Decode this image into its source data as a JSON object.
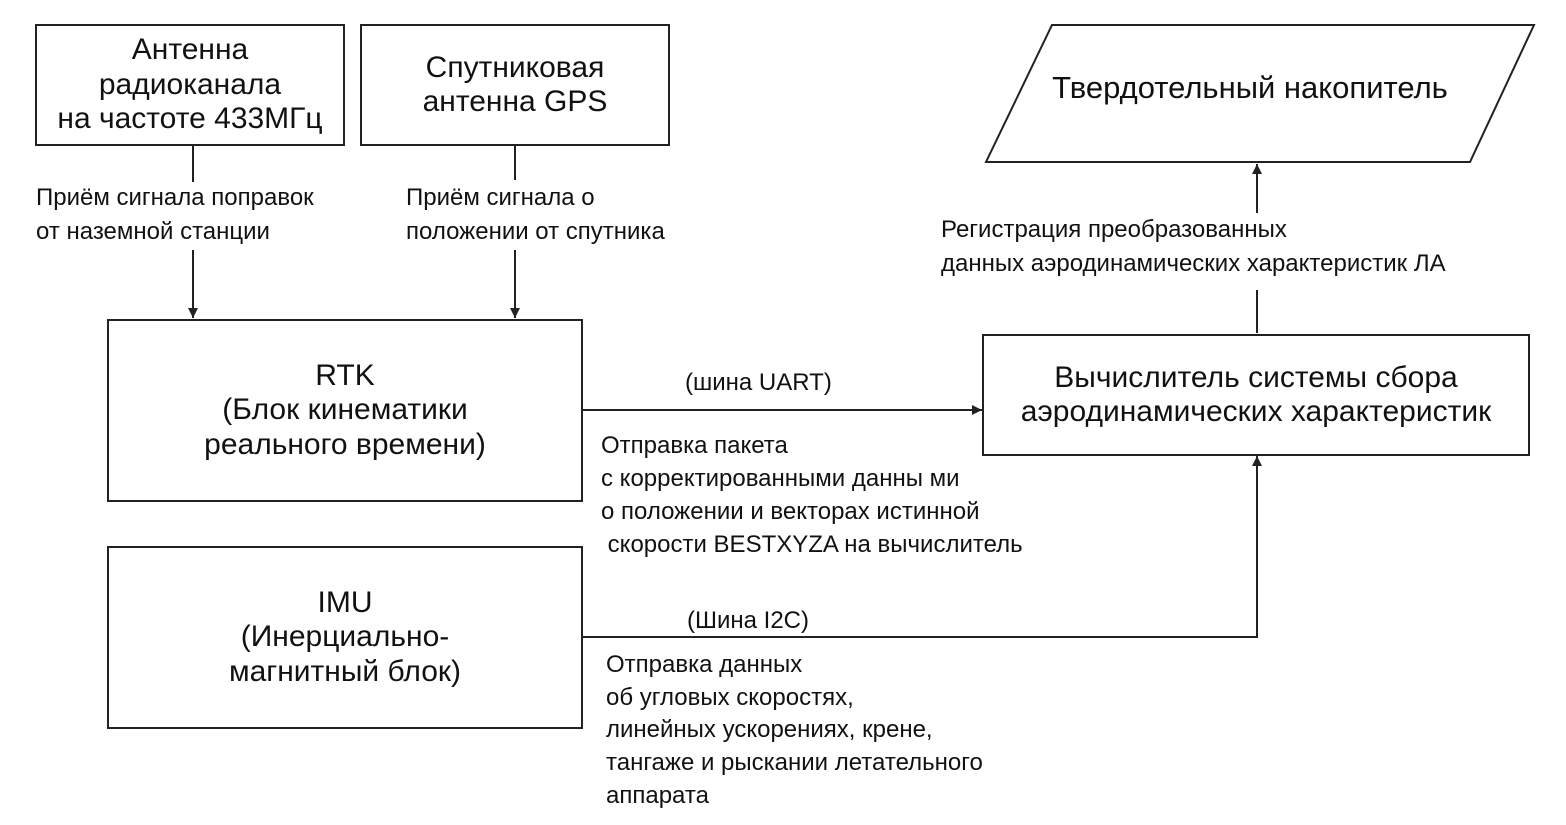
{
  "blocks": {
    "antenna_radio": [
      "Антенна",
      "радиоканала",
      "на частоте 433МГц"
    ],
    "antenna_gps": [
      "Спутниковая",
      "антенна GPS"
    ],
    "rtk": [
      "RTK",
      "(Блок кинематики",
      "реального времени)"
    ],
    "imu": [
      "IMU",
      "(Инерциально-",
      "магнитный блок)"
    ],
    "computer": [
      "Вычислитель системы сбора",
      "аэродинамических характеристик"
    ],
    "storage": "Твердотельный накопитель"
  },
  "labels": {
    "radio_signal": [
      "Приём сигнала поправок",
      "от наземной станции"
    ],
    "gps_signal": [
      "Приём сигнала о",
      "положении от спутника"
    ],
    "uart": "(шина UART)",
    "rtk_packet": [
      "Отправка пакета",
      "с корректированными данны ми",
      "о положении и векторах истинной",
      " скорости BESTXYZA на вычислитель"
    ],
    "i2c": "(Шина I2C)",
    "imu_data": [
      "Отправка данных",
      "об угловых скоростях,",
      "линейных ускорениях, крене,",
      "тангаже и рыскании летательного",
      "аппарата"
    ],
    "registration": [
      "Регистрация преобразованных",
      "данных аэродинамических характеристик ЛА"
    ]
  }
}
